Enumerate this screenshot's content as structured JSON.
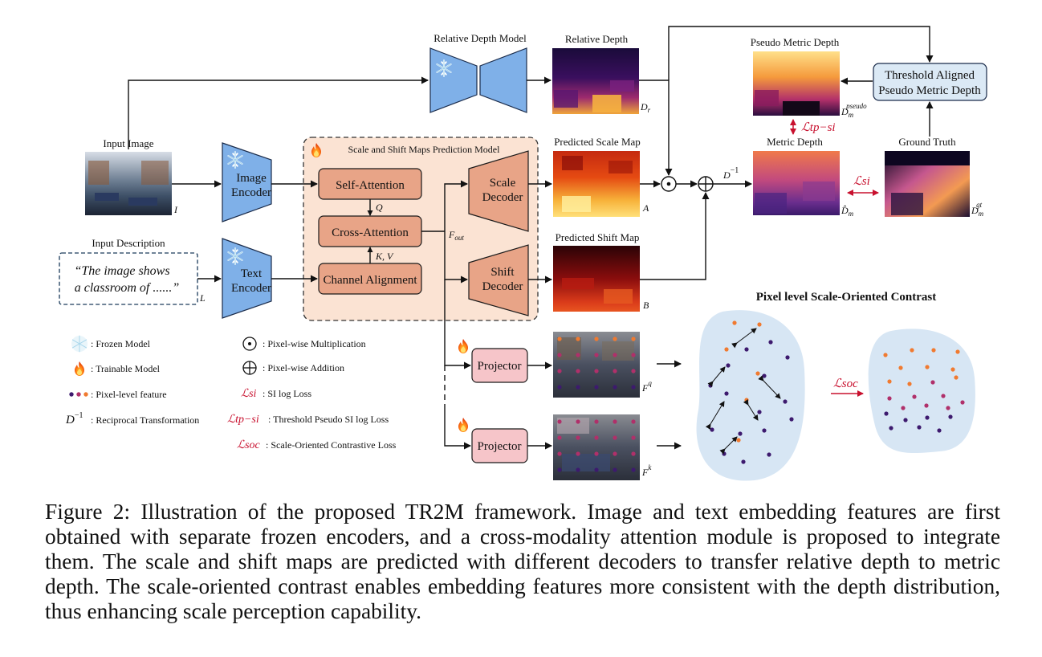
{
  "figure": {
    "relative_model_title": "Relative Depth Model",
    "relative_depth_title": "Relative Depth",
    "relative_depth_var": "D_r",
    "pseudo_metric_title": "Pseudo Metric Depth",
    "pseudo_metric_var": "D_m^pseudo",
    "threshold_box": [
      "Threshold Aligned",
      "Pseudo Metric Depth"
    ],
    "tp_loss": "ℒtp−si",
    "metric_title": "Metric Depth",
    "metric_var": "D̂_m",
    "gt_title": "Ground Truth",
    "gt_var": "D_m^gt",
    "si_loss": "ℒsi",
    "input_image_title": "Input Image",
    "input_image_var": "I",
    "image_encoder": [
      "Image",
      "Encoder"
    ],
    "input_desc_title": "Input Description",
    "input_desc_text": [
      "“The image shows",
      "a classroom of ......”"
    ],
    "input_desc_var": "L",
    "text_encoder": [
      "Text",
      "Encoder"
    ],
    "pred_model_title": "Scale and Shift Maps Prediction Model",
    "self_attention": "Self-Attention",
    "cross_attention": "Cross-Attention",
    "channel_alignment": "Channel Alignment",
    "q_label": "Q",
    "kv_label": "K, V",
    "f_out": "F_out",
    "scale_decoder": [
      "Scale",
      "Decoder"
    ],
    "shift_decoder": [
      "Shift",
      "Decoder"
    ],
    "scale_map_title": "Predicted Scale Map",
    "scale_map_var": "A",
    "shift_map_title": "Predicted Shift Map",
    "shift_map_var": "B",
    "d_inverse": "D⁻¹",
    "projector": "Projector",
    "fq_var": "F^q",
    "fk_var": "F^k",
    "contrast_title": "Pixel level Scale-Oriented Contrast",
    "soc_loss": "ℒsoc",
    "legend": {
      "frozen": ": Frozen Model",
      "trainable": ": Trainable Model",
      "pixel_feature": ": Pixel-level feature",
      "reciprocal_sym": "D⁻¹",
      "reciprocal": ": Reciprocal Transformation",
      "mult": ": Pixel-wise Multiplication",
      "add": ": Pixel-wise Addition",
      "si_sym": "ℒsi",
      "si": ": SI log Loss",
      "tp_sym": "ℒtp−si",
      "tp": ": Threshold Pseudo SI log Loss",
      "soc_sym": "ℒsoc",
      "soc": ": Scale-Oriented Contrastive Loss"
    }
  },
  "caption": "Figure 2: Illustration of the proposed TR2M framework. Image and text embedding features are first obtained with separate frozen encoders, and a cross-modality attention module is proposed to integrate them. The scale and shift maps are predicted with different decoders to transfer relative depth to metric depth. The scale-oriented contrast enables embedding features more consistent with the depth distribution, thus enhancing scale perception capability.",
  "colors": {
    "encoder_blue": "#7fb0e8",
    "block_salmon": "#e8a487",
    "panel_peach": "#fbe3d3",
    "projector_pink": "#f6c5c9",
    "threshold_box": "#dbe9f5",
    "blob": "#d7e6f4",
    "loss_red": "#c8102e"
  }
}
